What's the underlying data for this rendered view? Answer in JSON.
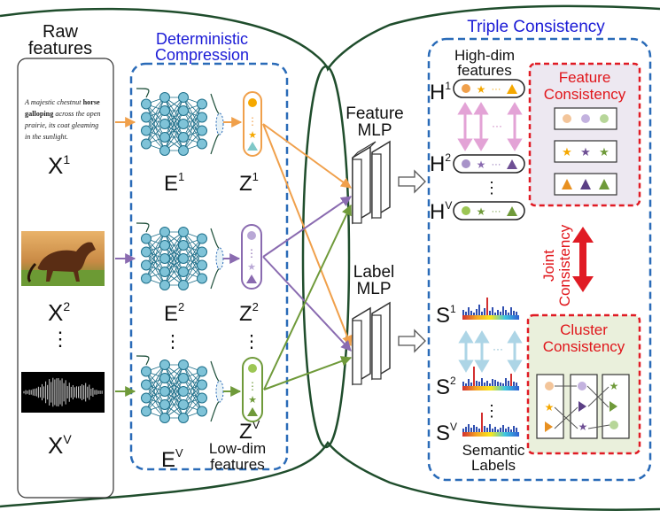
{
  "colors": {
    "view1": "#f0a04b",
    "view2": "#8a6bb0",
    "viewV": "#6f9a3a",
    "dashed_blue": "#2a6bb8",
    "dashed_red": "#e01b24",
    "heading_blue": "#1a1ad6",
    "heading_red": "#e0161b",
    "encoder_node": "#7fc3d8",
    "encoder_edge": "#1e6f8a"
  },
  "raw_features": {
    "title_line1": "Raw",
    "title_line2": "features",
    "text_sample": {
      "line1a": "A majestic chestnut ",
      "line1b": "horse",
      "line2a": "galloping",
      "line2b": " across the open",
      "line3": "prairie, its coat gleaming",
      "line4": "in the sunlight."
    },
    "x1": "X",
    "x1_sup": "1",
    "x2": "X",
    "x2_sup": "2",
    "xdots": "⋮",
    "xv": "X",
    "xv_sup": "V"
  },
  "compression": {
    "title_line1": "Deterministic",
    "title_line2": "Compression",
    "e1": "E",
    "e1_sup": "1",
    "e2": "E",
    "e2_sup": "2",
    "edots": "⋮",
    "ev": "E",
    "ev_sup": "V",
    "z1": "Z",
    "z1_sup": "1",
    "z2": "Z",
    "z2_sup": "2",
    "zdots": "⋮",
    "zv": "Z",
    "zv_sup": "V",
    "lowdim_line1": "Low-dim",
    "lowdim_line2": "features"
  },
  "mlp": {
    "feature_line1": "Feature",
    "feature_line2": "MLP",
    "label_line1": "Label",
    "label_line2": "MLP"
  },
  "triple": {
    "title": "Triple Consistency",
    "highdim_line1": "High-dim",
    "highdim_line2": "features",
    "h1": "H",
    "h1_sup": "1",
    "h2": "H",
    "h2_sup": "2",
    "hdots": "⋮",
    "hv": "H",
    "hv_sup": "V",
    "feature_cons_line1": "Feature",
    "feature_cons_line2": "Consistency",
    "joint_line1": "Joint",
    "joint_line2": "Consistency",
    "cluster_cons_line1": "Cluster",
    "cluster_cons_line2": "Consistency",
    "s1": "S",
    "s1_sup": "1",
    "s2": "S",
    "s2_sup": "2",
    "sdots": "⋮",
    "sv": "S",
    "sv_sup": "V",
    "semantic_line1": "Semantic",
    "semantic_line2": "Labels",
    "arrow_ellipsis": "···"
  }
}
